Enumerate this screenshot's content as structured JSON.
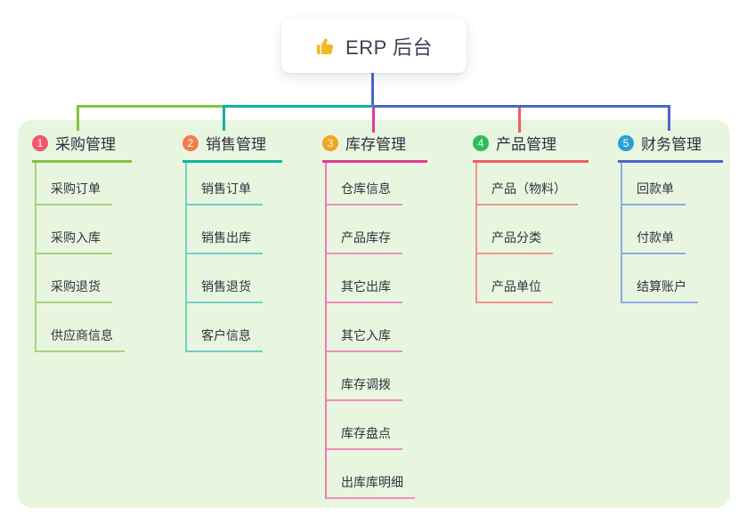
{
  "root": {
    "label": "ERP 后台",
    "icon": "thumbs-up-icon",
    "icon_color": "#f5b823"
  },
  "branches": [
    {
      "badge": "1",
      "title": "采购管理",
      "color": "#85c23d",
      "badge_color": "#f4566c",
      "line_color": "#a5d47c",
      "children": [
        "采购订单",
        "采购入库",
        "采购退货",
        "供应商信息"
      ]
    },
    {
      "badge": "2",
      "title": "销售管理",
      "color": "#13b2a1",
      "badge_color": "#f57b4f",
      "line_color": "#72cfc4",
      "children": [
        "销售订单",
        "销售出库",
        "销售退货",
        "客户信息"
      ]
    },
    {
      "badge": "3",
      "title": "库存管理",
      "color": "#e23a96",
      "badge_color": "#f2a51f",
      "line_color": "#f18bbe",
      "children": [
        "仓库信息",
        "产品库存",
        "其它出库",
        "其它入库",
        "库存调拨",
        "库存盘点",
        "出库库明细"
      ]
    },
    {
      "badge": "4",
      "title": "产品管理",
      "color": "#f55a5f",
      "badge_color": "#2dbd5d",
      "line_color": "#f59290",
      "children": [
        "产品（物料）",
        "产品分类",
        "产品单位"
      ]
    },
    {
      "badge": "5",
      "title": "财务管理",
      "color": "#4a66c9",
      "badge_color": "#2aa0d8",
      "line_color": "#8fabe8",
      "children": [
        "回款单",
        "付款单",
        "结算账户"
      ]
    }
  ],
  "canvas": {
    "background_color": "#e8f6df"
  }
}
